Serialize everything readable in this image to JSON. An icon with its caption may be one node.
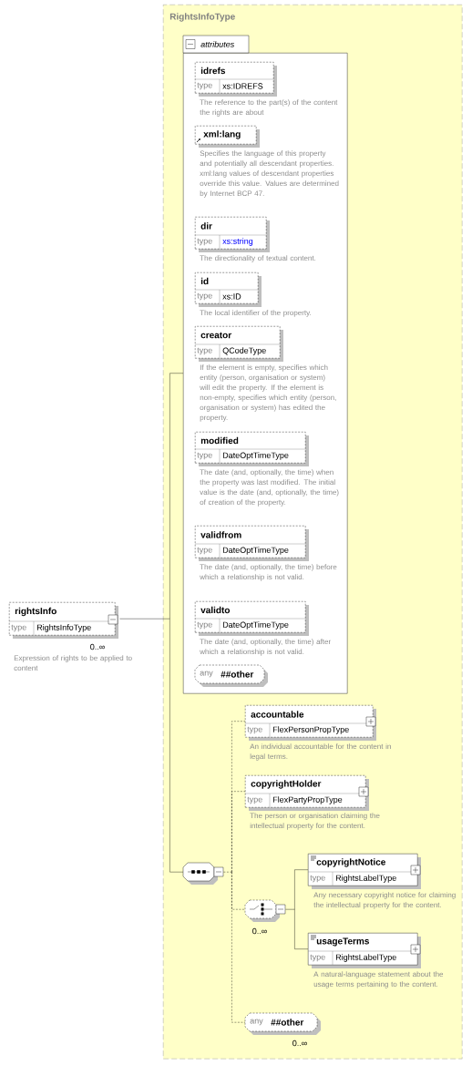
{
  "diagram": {
    "nodes": [
      {
        "text": [
          "rightsInfo",
          "type",
          "RightsInfoType"
        ],
        "beside": [
          "0..∞",
          "Expression of rights to be applied to content"
        ]
      },
      {
        "text": [
          "RightsInfoType"
        ]
      },
      {
        "text": [
          "attributes"
        ],
        "in": 1
      },
      {
        "text": [
          "idrefs",
          "type",
          "xs:IDREFS"
        ],
        "beside": [
          "The reference to the part(s) of the content the rights are about"
        ],
        "in": 2
      },
      {
        "text": [
          "xml:lang"
        ],
        "beside": [
          "Specifies the language of this property and potentially all descendant properties. xml:lang values of descendant properties override this value. Values are determined by Internet BCP 47."
        ],
        "in": 2
      },
      {
        "text": [
          "dir",
          "type",
          "xs:string"
        ],
        "beside": [
          "The directionality of textual content."
        ],
        "in": 2
      },
      {
        "text": [
          "id",
          "type",
          "xs:ID"
        ],
        "beside": [
          "The local identifier of the property."
        ],
        "in": 2
      },
      {
        "text": [
          "creator",
          "type",
          "QCodeType"
        ],
        "beside": [
          "If the element is empty, specifies which entity (person, organisation or system) will edit the property. If the element is non-empty, specifies which entity (person, organisation or system) has edited the property."
        ],
        "in": 2
      },
      {
        "text": [
          "modified",
          "type",
          "DateOptTimeType"
        ],
        "beside": [
          "The date (and, optionally, the time) when the property was last modified. The initial value is the date (and, optionally, the time) of creation of the property."
        ],
        "in": 2
      },
      {
        "text": [
          "validfrom",
          "type",
          "DateOptTimeType"
        ],
        "beside": [
          "The date (and, optionally, the time) before which a relationship is not valid."
        ],
        "in": 2
      },
      {
        "text": [
          "validto",
          "type",
          "DateOptTimeType"
        ],
        "beside": [
          "The date (and, optionally, the time) after which a relationship is not valid."
        ],
        "in": 2
      },
      {
        "text": [
          "any",
          "##other"
        ],
        "in": 2
      },
      {
        "text": [],
        "shape": "octagon",
        "in": 1
      },
      {
        "text": [
          "accountable",
          "type",
          "FlexPersonPropType"
        ],
        "beside": [
          "An individual accountable for the content in legal terms."
        ],
        "in": 1
      },
      {
        "text": [
          "copyrightHolder",
          "type",
          "FlexPartyPropType"
        ],
        "beside": [
          "The person or organisation claiming the intellectual property for the content."
        ],
        "in": 1
      },
      {
        "text": [],
        "shape": "octagon",
        "beside": [
          "0..∞"
        ],
        "in": 1
      },
      {
        "text": [
          "copyrightNotice",
          "type",
          "RightsLabelType"
        ],
        "beside": [
          "Any necessary copyright notice for claiming the intellectual property for the content."
        ],
        "in": 1
      },
      {
        "text": [
          "usageTerms",
          "type",
          "RightsLabelType"
        ],
        "beside": [
          "A natural-language statement about the usage terms pertaining to the content."
        ],
        "in": 1
      },
      {
        "text": [
          "any",
          "##other"
        ],
        "beside": [
          "0..∞"
        ],
        "in": 1
      }
    ],
    "edges": [
      {
        "from": 0,
        "to": 2,
        "arrow": "none"
      },
      {
        "from": 0,
        "to": 12,
        "arrow": "none"
      },
      {
        "from": 12,
        "to": 13,
        "arrow": "none",
        "style": "dashed"
      },
      {
        "from": 12,
        "to": 14,
        "arrow": "none",
        "style": "dashed"
      },
      {
        "from": 12,
        "to": 15,
        "arrow": "none",
        "style": "dashed"
      },
      {
        "from": 12,
        "to": 18,
        "arrow": "none",
        "style": "dashed"
      },
      {
        "from": 15,
        "to": 16,
        "arrow": "none"
      },
      {
        "from": 15,
        "to": 17,
        "arrow": "none"
      }
    ]
  }
}
